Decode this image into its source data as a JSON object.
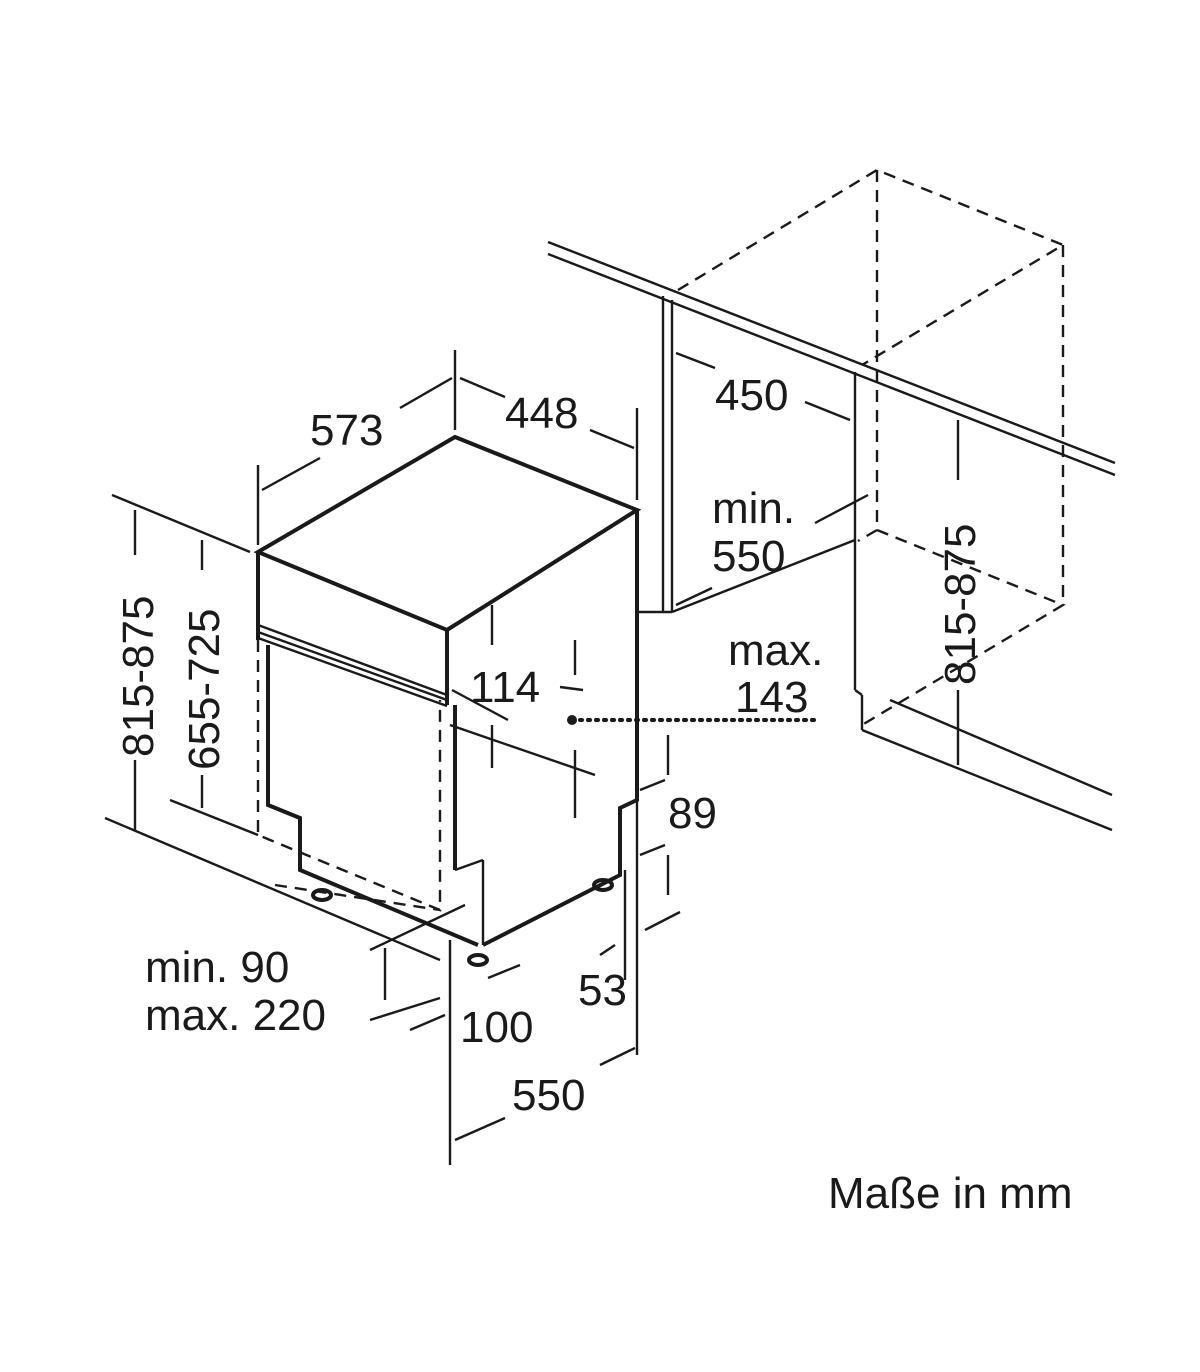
{
  "diagram": {
    "dims": {
      "depth_573": "573",
      "width_448": "448",
      "niche_width_450": "450",
      "niche_depth_min": "min.",
      "niche_depth_value": "550",
      "height_left_outer": "815-875",
      "height_left_inner": "655-725",
      "height_right": "815-875",
      "panel_114": "114",
      "max_label": "max.",
      "max_143": "143",
      "plinth_89": "89",
      "plinth_min": "min. 90",
      "plinth_max": "max. 220",
      "foot_100": "100",
      "offset_53": "53",
      "depth_550": "550"
    },
    "units_note": "Maße in mm"
  }
}
